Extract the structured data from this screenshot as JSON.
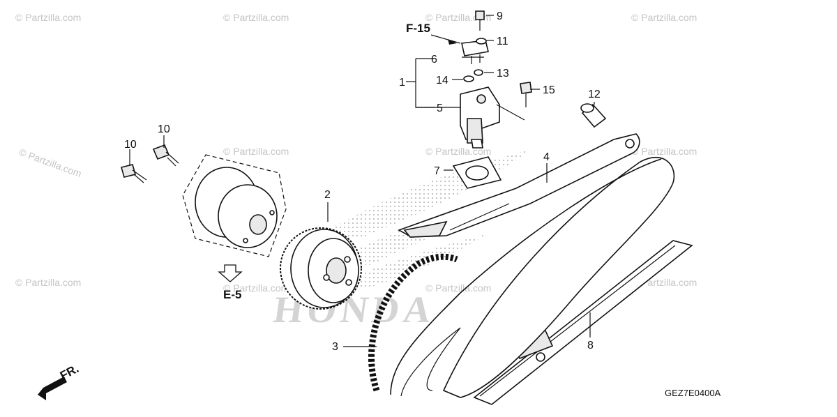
{
  "watermark": {
    "text": "© Partzilla.com"
  },
  "brand_watermark": {
    "text": "HONDA"
  },
  "diagram_code": "GEZ7E0400A",
  "references": {
    "f15": "F-15",
    "e5": "E-5",
    "front": "FR."
  },
  "callouts": [
    {
      "id": "c1",
      "label": "1"
    },
    {
      "id": "c2",
      "label": "2"
    },
    {
      "id": "c3",
      "label": "3"
    },
    {
      "id": "c4",
      "label": "4"
    },
    {
      "id": "c5",
      "label": "5"
    },
    {
      "id": "c6",
      "label": "6"
    },
    {
      "id": "c7",
      "label": "7"
    },
    {
      "id": "c8",
      "label": "8"
    },
    {
      "id": "c9",
      "label": "9"
    },
    {
      "id": "c10a",
      "label": "10"
    },
    {
      "id": "c10b",
      "label": "10"
    },
    {
      "id": "c11",
      "label": "11"
    },
    {
      "id": "c12",
      "label": "12"
    },
    {
      "id": "c13",
      "label": "13"
    },
    {
      "id": "c14",
      "label": "14"
    },
    {
      "id": "c15",
      "label": "15"
    }
  ]
}
